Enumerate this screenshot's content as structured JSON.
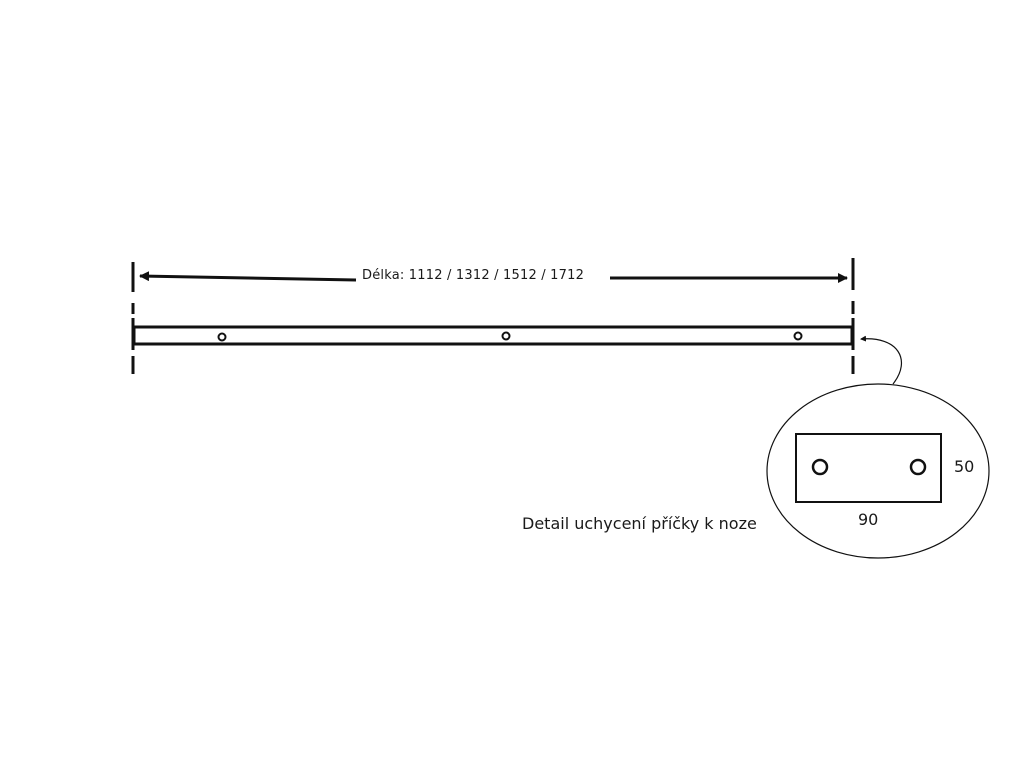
{
  "drawing": {
    "length_label": "Délka: 1112 / 1312 / 1512 / 1712",
    "detail_caption": "Detail uchycení příčky k noze",
    "plate_height_label": "50",
    "plate_width_label": "90",
    "line_color": "#111111"
  }
}
